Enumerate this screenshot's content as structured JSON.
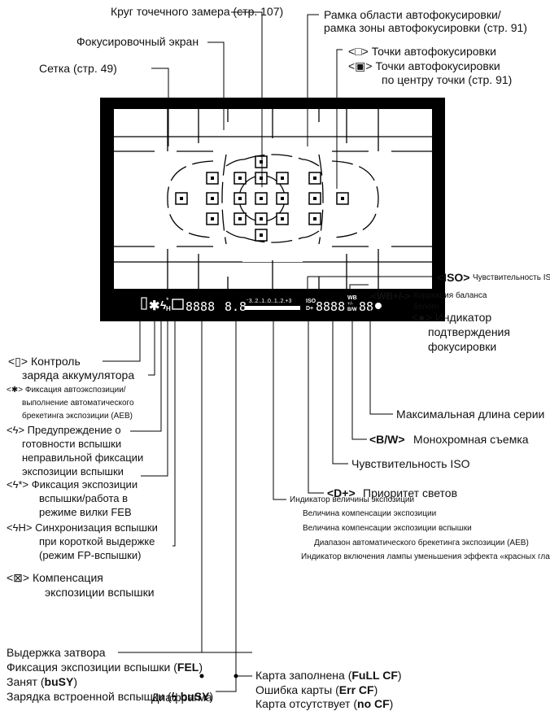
{
  "top": {
    "spot_circle": "Круг точечного замера (стр. 107)",
    "focus_screen": "Фокусировочный экран",
    "grid": "Сетка (стр. 49)",
    "af_frame_1": "Рамка области автофокусировки/",
    "af_frame_2": "рамка зоны автофокусировки (стр. 91)",
    "af_points_1": "<□> Точки автофокусировки",
    "af_points_2": "<▣> Точки автофокусировки",
    "af_points_3": "по центру точки (стр. 91)"
  },
  "right": {
    "iso_icon": "<ISO>",
    "iso_text": "Чувствительность ISO",
    "wb_icon": "<WB+/->",
    "wb_text_1": "Коррекция баланса",
    "wb_text_2": "белого",
    "focus_ind_1": "<●> Индикатор",
    "focus_ind_2": "подтверждения",
    "focus_ind_3": "фокусировки",
    "max_burst": "Максимальная длина серии",
    "bw_icon": "<B/W>",
    "bw_text": "Монохромная съемка",
    "iso_sens": "Чувствительность ISO",
    "dplus_icon": "<D+>",
    "dplus_text": "Приоритет светов"
  },
  "left": {
    "battery_1": "<▯> Контроль",
    "battery_2": "заряда аккумулятора",
    "ae_lock_1": "<✱> Фиксация автоэкспозиции/",
    "ae_lock_2": "выполнение автоматического",
    "ae_lock_3": "брекетинга экспозиции (AEB)",
    "flash_ready_1": "<ϟ> Предупреждение о",
    "flash_ready_2": "готовности вспышки",
    "flash_ready_3": "неправильной фиксации",
    "flash_ready_4": "экспозиции вспышки",
    "fe_lock_1": "<ϟ*> Фиксация экспозиции",
    "fe_lock_2": "вспышки/работа в",
    "fe_lock_3": "режиме вилки FEB",
    "hss_1": "<ϟH> Синхронизация вспышки",
    "hss_2": "при короткой выдержке",
    "hss_3": "(режим FP-вспышки)",
    "fec_1": "<⊠> Компенсация",
    "fec_2": "экспозиции вспышки"
  },
  "center": {
    "exp_level": "Индикатор величины экспозиции",
    "exp_comp": "Величина компенсации экспозиции",
    "flash_comp": "Величина компенсации экспозиции вспышки",
    "aeb_range": "Диапазон автоматического брекетинга экспозиции (AEB)",
    "red_eye": "Индикатор включения лампы уменьшения эффекта «красных глаз»"
  },
  "bottom": {
    "shutter": "Выдержка затвора",
    "fel_pre": "Фиксация экспозиции вспышки (",
    "fel_code": "FEL",
    "busy_pre": "Занят (",
    "busy_code": "buSY",
    "charge_pre": "Зарядка встроенной вспышки (",
    "charge_code": "ϟ buSY",
    "aperture": "Диафрагма",
    "card_full_pre": "Карта заполнена (",
    "card_full_code": "FuLL CF",
    "card_err_pre": "Ошибка карты (",
    "card_err_code": "Err CF",
    "no_card_pre": "Карта отсутствует (",
    "no_card_code": "no CF",
    "close": ")"
  },
  "lcd": {
    "shutter_digits": "8888",
    "aperture_digits": "8.8",
    "scale": "⁻3..2..1..0..1..2.+3",
    "iso_digits": "8888",
    "burst_digits": "88"
  }
}
